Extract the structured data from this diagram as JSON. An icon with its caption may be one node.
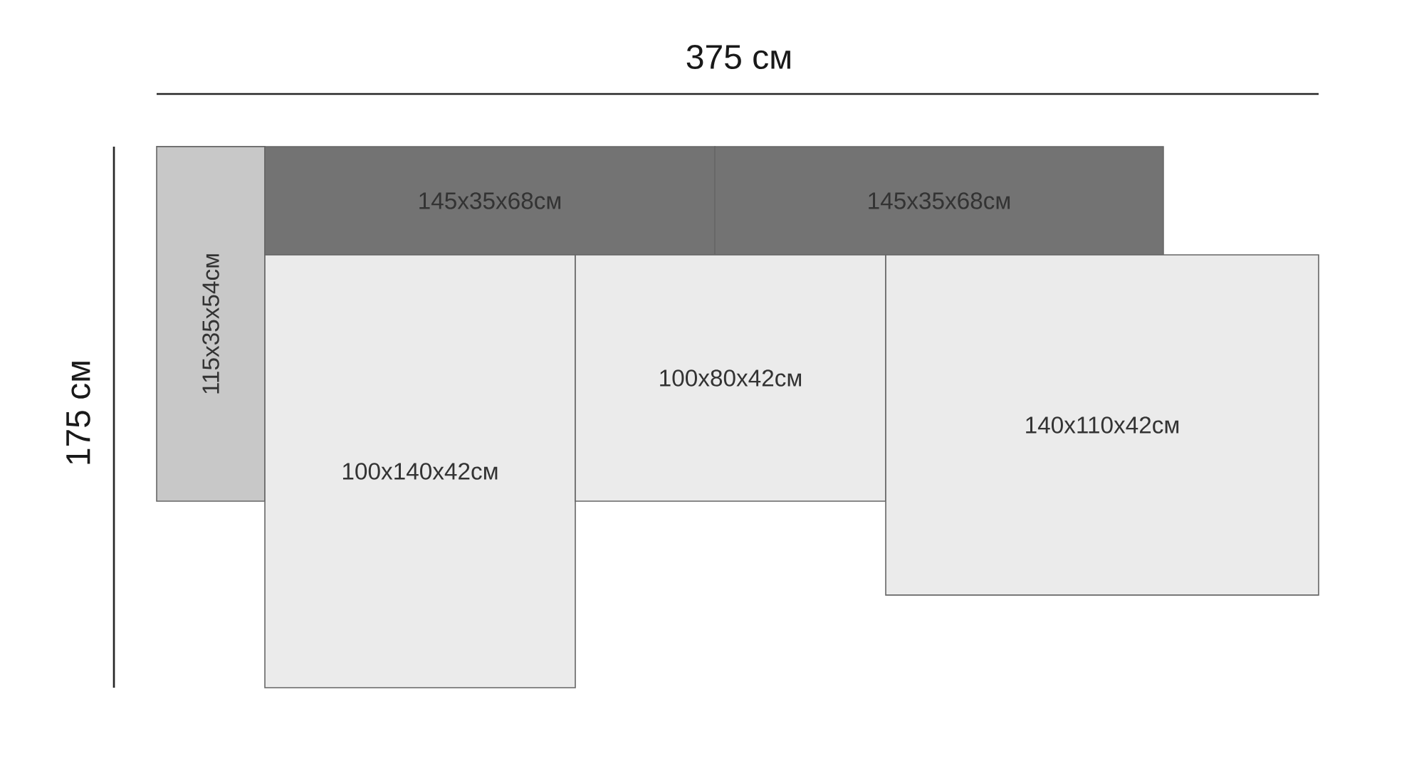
{
  "diagram": {
    "nodes": [
      {
        "text": [
          "115x35x54см"
        ]
      },
      {
        "text": [
          "145x35x68см"
        ]
      },
      {
        "text": [
          "145x35x68см"
        ]
      },
      {
        "text": [
          "100x140x42см"
        ]
      },
      {
        "text": [
          "100x80x42см"
        ]
      },
      {
        "text": [
          "140x110x42см"
        ]
      }
    ],
    "labels": [
      "375 см",
      "175 см"
    ]
  }
}
